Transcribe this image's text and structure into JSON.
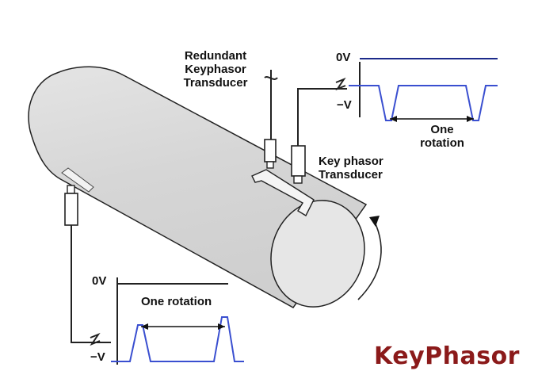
{
  "labels": {
    "redundant_transducer": [
      "Redundant",
      "Keyphasor",
      "Transducer"
    ],
    "keyphasor_transducer": [
      "Key phasor",
      "Transducer"
    ],
    "top_one_rotation": [
      "One",
      "rotation"
    ],
    "bottom_one_rotation": "One rotation",
    "zero_volt_top": "0V",
    "neg_volt_top": "−V",
    "zero_volt_bottom": "0V",
    "neg_volt_bottom": "−V",
    "brand_title": "KeyPhasor"
  },
  "colors": {
    "shaft_fill": "#d9d9d9",
    "shaft_end": "#e2e2e2",
    "outline": "#222222",
    "signal": "#3a4fd0",
    "brand": "#8b1a1a"
  }
}
